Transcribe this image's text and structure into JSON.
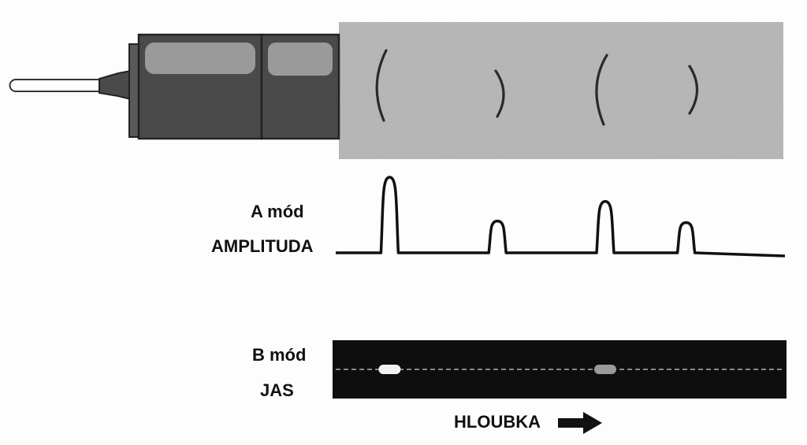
{
  "a_mode": {
    "title": "A mód",
    "axis_label": "AMPLITUDA",
    "peaks": [
      {
        "position": 0.12,
        "amplitude": 1.0
      },
      {
        "position": 0.36,
        "amplitude": 0.42
      },
      {
        "position": 0.6,
        "amplitude": 0.68
      },
      {
        "position": 0.78,
        "amplitude": 0.4
      }
    ]
  },
  "b_mode": {
    "title": "B mód",
    "axis_label": "JAS",
    "spots": [
      {
        "position": 0.12,
        "brightness": "#f2f2f2"
      },
      {
        "position": 0.6,
        "brightness": "#9a9a9a"
      }
    ]
  },
  "depth_label": "HLOUBKA",
  "colors": {
    "background": "#fdfdfd",
    "ink": "#111111",
    "tissue": "#bdbdbd",
    "transducer_dark": "#4a4a4a",
    "transducer_light": "#9a9a9a",
    "b_strip": "#0e0e0e"
  },
  "icons": [
    "right-arrow-icon"
  ]
}
